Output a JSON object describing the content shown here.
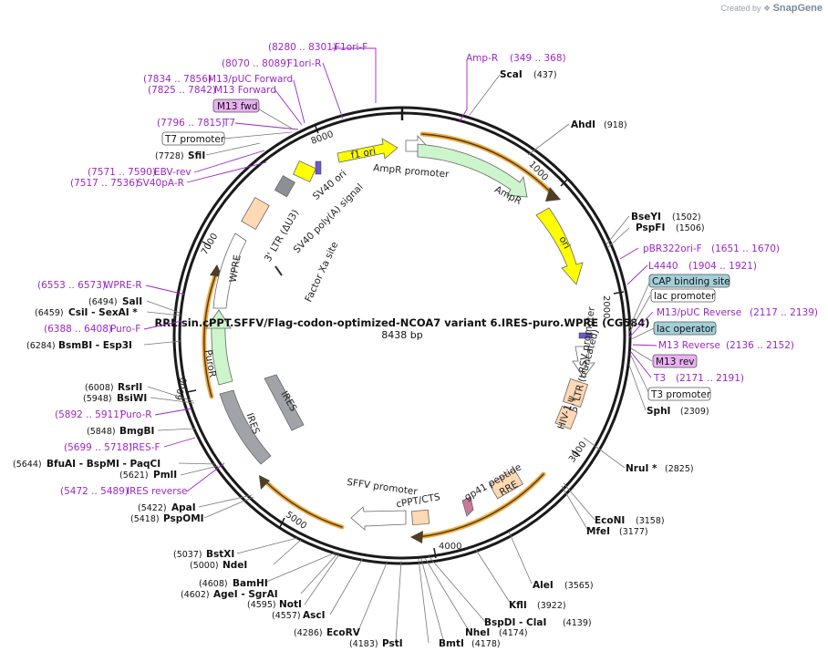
{
  "credit": {
    "prefix": "Created by",
    "brand": "SnapGene"
  },
  "map": {
    "name": "RRL.sin.cPPT.SFFV/Flag-codon-optimized-NCOA7 variant 6.IRES-puro.WPRE (CG584)",
    "size": "8438 bp",
    "colors": {
      "backbone": "#1a1a1a",
      "primer": "#9b27c6",
      "arrow_outline": "#f3a937",
      "ori": "#ffff00",
      "ampr": "#ccf5cc",
      "ires": "#a0a4a8",
      "ltr": "#ffd9b3",
      "cap_site": "#a3cfd8",
      "mrev": "#e9b0f2"
    },
    "ticks": [
      "1000",
      "2000",
      "3000",
      "4000",
      "5000",
      "6000",
      "7000",
      "8000"
    ],
    "features": [
      {
        "name": "f1 ori",
        "icon": "yellow-arrow"
      },
      {
        "name": "AmpR promoter",
        "icon": "white-arrow"
      },
      {
        "name": "AmpR",
        "icon": "green-arrow"
      },
      {
        "name": "ori",
        "icon": "yellow-arrow"
      },
      {
        "name": "RSV promoter",
        "icon": "white-box"
      },
      {
        "name": "5' LTR (truncated)",
        "icon": "peach-box"
      },
      {
        "name": "HIV-1 ψ",
        "icon": "peach-box"
      },
      {
        "name": "RRE",
        "icon": "peach-box"
      },
      {
        "name": "gp41 peptide",
        "icon": "pink-arrow"
      },
      {
        "name": "cPPT/CTS",
        "icon": "peach-box"
      },
      {
        "name": "SFFV promoter",
        "icon": "white-arrow"
      },
      {
        "name": "IRES",
        "icon": "grey-box"
      },
      {
        "name": "IRES",
        "icon": "grey-box"
      },
      {
        "name": "PuroR",
        "icon": "green-arrow"
      },
      {
        "name": "WPRE",
        "icon": "white-box"
      },
      {
        "name": "3' LTR (ΔU3)",
        "icon": "peach-box"
      },
      {
        "name": "SV40 poly(A) signal",
        "icon": "grey-box"
      },
      {
        "name": "SV40 ori",
        "icon": "yellow-box"
      },
      {
        "name": "Factor Xa site",
        "icon": "line"
      }
    ],
    "boxed_labels": [
      "M13 fwd",
      "T7 promoter",
      "CAP binding site",
      "lac promoter",
      "lac operator",
      "M13 rev",
      "T3 promoter"
    ],
    "sites": [
      {
        "name": "ScaI",
        "pos": "(437)"
      },
      {
        "name": "AhdI",
        "pos": "(918)"
      },
      {
        "name": "BseYI",
        "pos": "(1502)"
      },
      {
        "name": "PspFI",
        "pos": "(1506)"
      },
      {
        "name": "SphI",
        "pos": "(2309)"
      },
      {
        "name": "NruI *",
        "pos": "(2825)"
      },
      {
        "name": "EcoNI",
        "pos": "(3158)"
      },
      {
        "name": "MfeI",
        "pos": "(3177)"
      },
      {
        "name": "AleI",
        "pos": "(3565)"
      },
      {
        "name": "KflI",
        "pos": "(3922)"
      },
      {
        "name": "BspDI - ClaI",
        "pos": "(4139)"
      },
      {
        "name": "NheI",
        "pos": "(4174)"
      },
      {
        "name": "BmtI",
        "pos": "(4178)"
      },
      {
        "name": "PstI",
        "pos": "(4183)"
      },
      {
        "name": "EcoRV",
        "pos": "(4286)"
      },
      {
        "name": "AscI",
        "pos": "(4557)"
      },
      {
        "name": "NotI",
        "pos": "(4595)"
      },
      {
        "name": "AgeI - SgrAI",
        "pos": "(4602)"
      },
      {
        "name": "BamHI",
        "pos": "(4608)"
      },
      {
        "name": "NdeI",
        "pos": "(5000)"
      },
      {
        "name": "BstXI",
        "pos": "(5037)"
      },
      {
        "name": "PspOMI",
        "pos": "(5418)"
      },
      {
        "name": "ApaI",
        "pos": "(5422)"
      },
      {
        "name": "PmlI",
        "pos": "(5621)"
      },
      {
        "name": "BfuAI - BspMI - PaqCI",
        "pos": "(5644)"
      },
      {
        "name": "BmgBI",
        "pos": "(5848)"
      },
      {
        "name": "BsiWI",
        "pos": "(5948)"
      },
      {
        "name": "RsrII",
        "pos": "(6008)"
      },
      {
        "name": "BsmBI - Esp3I",
        "pos": "(6284)"
      },
      {
        "name": "CsiI - SexAI *",
        "pos": "(6459)"
      },
      {
        "name": "SalI",
        "pos": "(6494)"
      },
      {
        "name": "SfiI",
        "pos": "(7728)"
      }
    ],
    "primers": [
      {
        "name": "F1ori-F",
        "pos": "(8280 .. 8301)"
      },
      {
        "name": "F1ori-R",
        "pos": "(8070 .. 8089)"
      },
      {
        "name": "M13/pUC Forward",
        "pos": "(7834 .. 7856)"
      },
      {
        "name": "M13 Forward",
        "pos": "(7825 .. 7842)"
      },
      {
        "name": "T7",
        "pos": "(7796 .. 7815)"
      },
      {
        "name": "EBV-rev",
        "pos": "(7571 .. 7590)"
      },
      {
        "name": "SV40pA-R",
        "pos": "(7517 .. 7536)"
      },
      {
        "name": "WPRE-R",
        "pos": "(6553 .. 6573)"
      },
      {
        "name": "Puro-F",
        "pos": "(6388 .. 6408)"
      },
      {
        "name": "Puro-R",
        "pos": "(5892 .. 5911)"
      },
      {
        "name": "IRES-F",
        "pos": "(5699 .. 5718)"
      },
      {
        "name": "IRES reverse",
        "pos": "(5472 .. 5489)"
      },
      {
        "name": "Amp-R",
        "pos": "(349 .. 368)"
      },
      {
        "name": "pBR322ori-F",
        "pos": "(1651 .. 1670)"
      },
      {
        "name": "L4440",
        "pos": "(1904 .. 1921)"
      },
      {
        "name": "M13/pUC Reverse",
        "pos": "(2117 .. 2139)"
      },
      {
        "name": "M13 Reverse",
        "pos": "(2136 .. 2152)"
      },
      {
        "name": "T3",
        "pos": "(2171 .. 2191)"
      }
    ]
  }
}
